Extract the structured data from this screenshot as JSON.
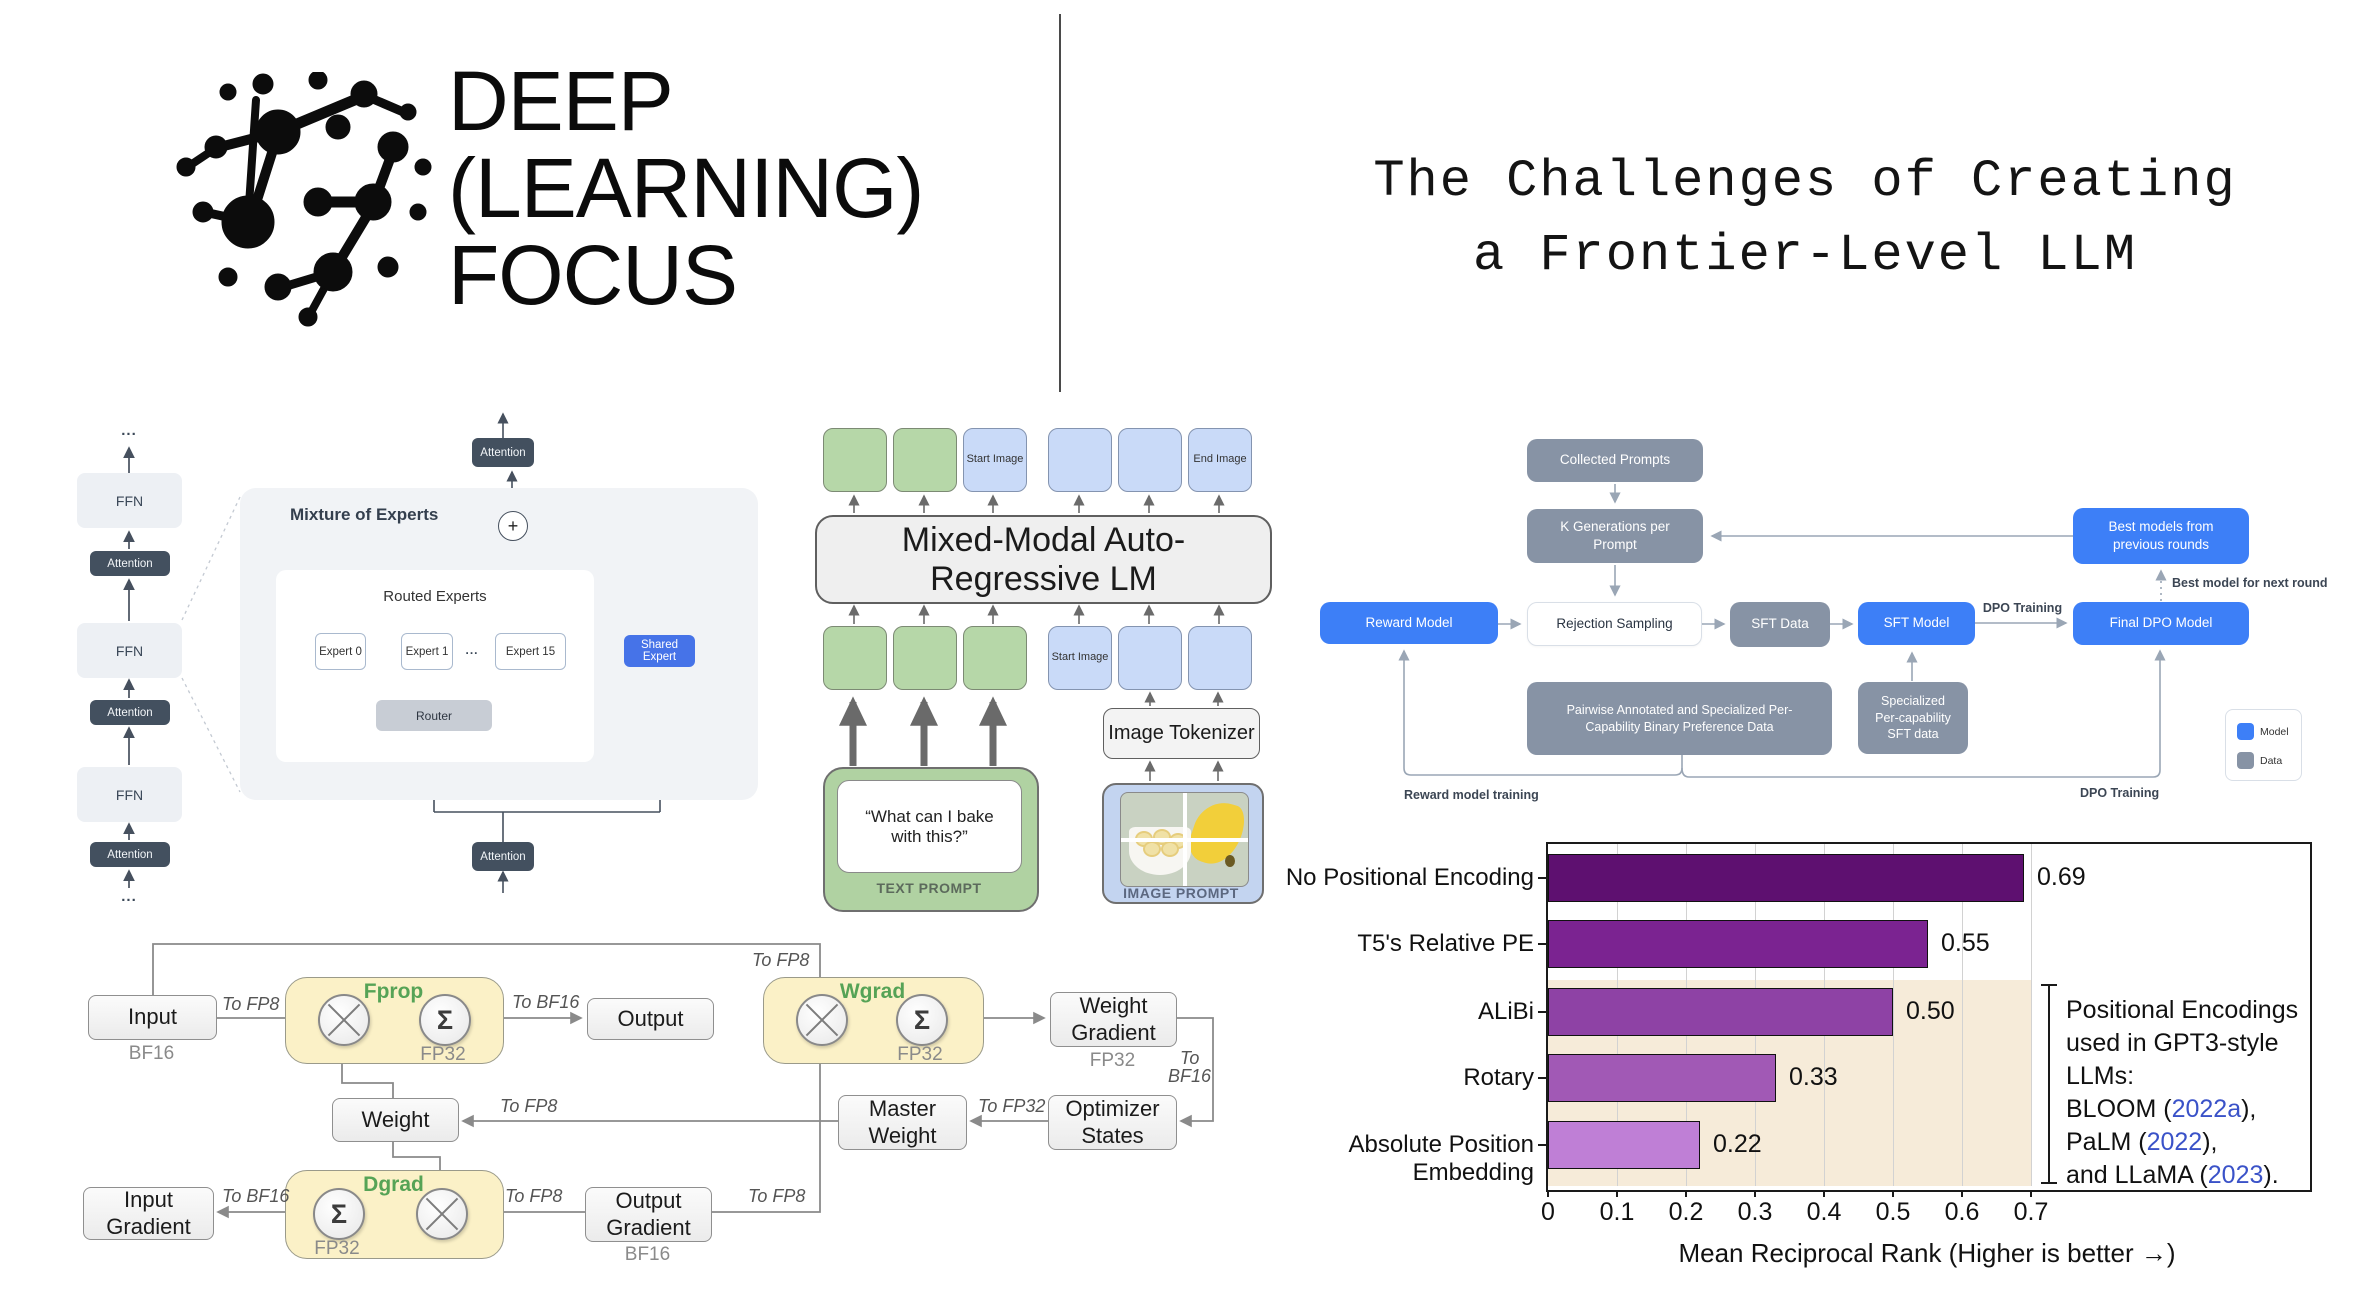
{
  "header": {
    "logo_line1": "DEEP",
    "logo_line2": "(LEARNING)",
    "logo_line3": "FOCUS",
    "title_line1": "The Challenges of Creating",
    "title_line2": "a Frontier-Level LLM"
  },
  "transformer": {
    "ellipsis": "...",
    "ffn": "FFN",
    "attention": "Attention"
  },
  "moe": {
    "title": "Mixture of Experts",
    "routed_title": "Routed Experts",
    "expert0": "Expert 0",
    "expert1": "Expert 1",
    "dots": "...",
    "expert15": "Expert 15",
    "router": "Router",
    "shared_expert": "Shared Expert",
    "attention_top": "Attention",
    "attention_bottom": "Attention",
    "plus": "+"
  },
  "mixed_modal": {
    "lm_title": "Mixed-Modal Auto-Regressive LM",
    "start_image": "Start Image",
    "end_image": "End Image",
    "tokenizer": "Image Tokenizer",
    "text_prompt_quote": "“What can I bake with this?”",
    "text_prompt_label": "TEXT PROMPT",
    "image_prompt_label": "IMAGE PROMPT"
  },
  "rlhf": {
    "collected_prompts": "Collected Prompts",
    "k_generations": "K Generations per Prompt",
    "best_models": "Best models from previous rounds",
    "reward_model": "Reward Model",
    "rejection_sampling": "Rejection Sampling",
    "sft_data": "SFT Data",
    "sft_model": "SFT Model",
    "final_dpo": "Final DPO Model",
    "pairwise": "Pairwise Annotated and Specialized Per-Capability Binary Preference Data",
    "specialized": "Specialized Per-capability SFT data",
    "dpo_training_arrow": "DPO Training",
    "best_model_next": "Best model for next round",
    "reward_training": "Reward model training",
    "dpo_training_bottom": "DPO Training",
    "legend_model": "Model",
    "legend_data": "Data",
    "colors": {
      "model_blue": "#3d7ff7",
      "data_gray": "#8793a5"
    }
  },
  "fp8": {
    "input": "Input",
    "output": "Output",
    "weight": "Weight",
    "master_weight": "Master Weight",
    "input_gradient": "Input Gradient",
    "output_gradient": "Output Gradient",
    "weight_gradient": "Weight Gradient",
    "optimizer_states": "Optimizer States",
    "fprop": "Fprop",
    "wgrad": "Wgrad",
    "dgrad": "Dgrad",
    "bf16": "BF16",
    "fp32": "FP32",
    "to_fp8": "To FP8",
    "to_bf16": "To BF16",
    "to_fp32": "To FP32",
    "to": "To",
    "sigma": "Σ"
  },
  "chart_data": {
    "type": "bar",
    "orientation": "horizontal",
    "title": "",
    "categories": [
      "No Positional Encoding",
      "T5's Relative PE",
      "ALiBi",
      "Rotary",
      "Absolute Position Embedding"
    ],
    "values": [
      0.69,
      0.55,
      0.5,
      0.33,
      0.22
    ],
    "value_labels": [
      "0.69",
      "0.55",
      "0.50",
      "0.33",
      "0.22"
    ],
    "bar_colors": [
      "#5e1070",
      "#7b2391",
      "#8e42a5",
      "#a159b5",
      "#bf7fd6"
    ],
    "xlabel": "Mean Reciprocal Rank (Higher is better →)",
    "xticks": [
      "0",
      "0.1",
      "0.2",
      "0.3",
      "0.4",
      "0.5",
      "0.6",
      "0.7"
    ],
    "xlim": [
      0,
      0.75
    ],
    "grid": true,
    "legend_position": "none",
    "highlight_band": {
      "color": "#f6ebd9",
      "rows": [
        "ALiBi",
        "Rotary",
        "Absolute Position Embedding"
      ]
    },
    "annotation": {
      "lines": [
        "Positional Encodings",
        "used in GPT3-style",
        "LLMs:"
      ],
      "refs": [
        {
          "pre": "BLOOM (",
          "year": "2022a",
          "post": "),"
        },
        {
          "pre": "PaLM (",
          "year": "2022",
          "post": "),"
        },
        {
          "pre": "and LLaMA (",
          "year": "2023",
          "post": ")."
        }
      ],
      "year_color": "#3a52c8"
    }
  }
}
